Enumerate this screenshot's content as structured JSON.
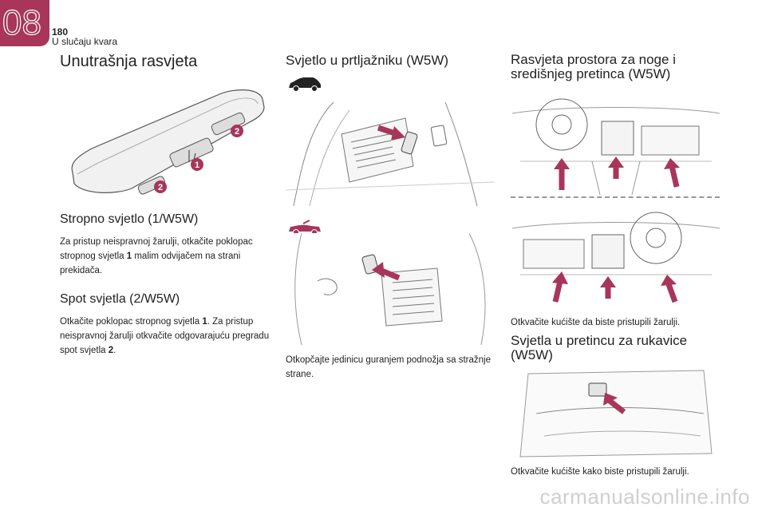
{
  "header": {
    "chapter": "08",
    "page_number": "180",
    "section": "U slučaju kvara"
  },
  "col1": {
    "title": "Unutrašnja rasvjeta",
    "callouts": [
      "1",
      "2",
      "2"
    ],
    "sub1": {
      "title": "Stropno svjetlo (1/W5W)",
      "text_a": "Za pristup neispravnoj žarulji, otkačite poklopac stropnog svjetla ",
      "bold": "1",
      "text_b": " malim odvijačem na strani prekidača."
    },
    "sub2": {
      "title": "Spot svjetla (2/W5W)",
      "text_a": "Otkačite poklopac stropnog svjetla ",
      "bold_a": "1",
      "text_b": ". Za pristup neispravnoj žarulji otkvačite odgovarajuću pregradu spot svjetla ",
      "bold_b": "2",
      "text_c": "."
    }
  },
  "col2": {
    "title": "Svjetlo u prtljažniku (W5W)",
    "caption": "Otkopčajte jedinicu guranjem podnožja sa stražnje strane."
  },
  "col3": {
    "title": "Rasvjeta prostora za noge i središnjeg pretinca (W5W)",
    "caption1": "Otkvačite kućište da biste pristupili žarulji.",
    "title2": "Svjetla u pretincu za rukavice (W5W)",
    "caption2": "Otkvačite kućište kako biste pristupili žarulji."
  },
  "footer": {
    "watermark": "carmanualsonline.info"
  },
  "colors": {
    "accent": "#a7365a",
    "arrow": "#a7365a"
  }
}
